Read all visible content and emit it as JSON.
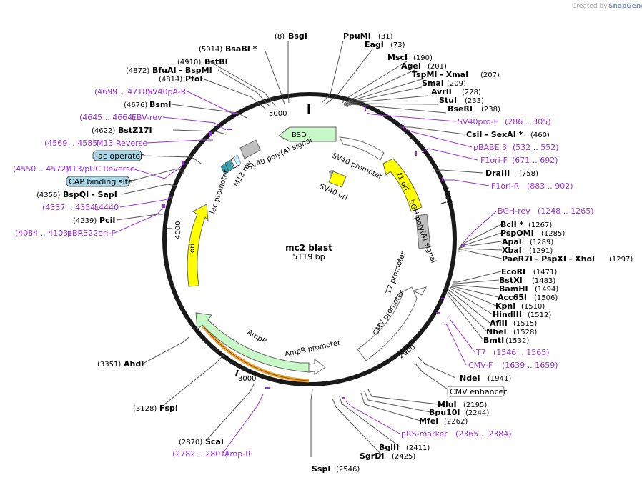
{
  "credit": {
    "prefix": "Created by",
    "brand": "SnapGene"
  },
  "center": {
    "name": "mc2 blast",
    "size": "5119 bp"
  },
  "ticks": [
    "5000",
    "1000",
    "2000",
    "3000",
    "4000"
  ],
  "features": {
    "bsd": "BSD",
    "sv40_promoter": "SV40 promoter",
    "f1_ori": "f1 ori",
    "bgh_polya": "bGH poly(A) signal",
    "t7_promoter": "T7 promoter",
    "cmv_promoter": "CMV promoter",
    "ampr_promoter": "AmpR promoter",
    "ampr": "AmpR",
    "ori": "ori",
    "lac_promoter": "lac promoter",
    "m13_rev": "M13 rev",
    "sv40_polya": "SV40 poly(A) signal",
    "sv40_ori": "SV40 ori"
  },
  "boxed": {
    "lac_operator": "lac operator",
    "cap_binding_site": "CAP binding site",
    "cmv_enhancer": "CMV enhancer"
  },
  "enzymes_right": [
    {
      "name": "PpuMI",
      "pos": "(31)"
    },
    {
      "name": "EagI",
      "pos": "(73)"
    },
    {
      "name": "MscI",
      "pos": "(190)"
    },
    {
      "name": "AgeI",
      "pos": "(201)"
    },
    {
      "name": "TspMI  - XmaI",
      "pos": "(207)"
    },
    {
      "name": "SmaI",
      "pos": "(209)"
    },
    {
      "name": "AvrII",
      "pos": "(228)"
    },
    {
      "name": "StuI",
      "pos": "(233)"
    },
    {
      "name": "BseRI",
      "pos": "(238)"
    },
    {
      "name": "CsiI  - SexAI *",
      "pos": "(460)"
    },
    {
      "name": "DraIII",
      "pos": "(758)"
    },
    {
      "name": "BclI *",
      "pos": "(1267)"
    },
    {
      "name": "PspOMI",
      "pos": "(1285)"
    },
    {
      "name": "ApaI",
      "pos": "(1289)"
    },
    {
      "name": "XbaI",
      "pos": "(1291)"
    },
    {
      "name": "PaeR7I  - PspXI  - XhoI",
      "pos": "(1297)"
    },
    {
      "name": "EcoRI",
      "pos": "(1471)"
    },
    {
      "name": "BstXI",
      "pos": "(1483)"
    },
    {
      "name": "BamHI",
      "pos": "(1494)"
    },
    {
      "name": "Acc65I",
      "pos": "(1506)"
    },
    {
      "name": "KpnI",
      "pos": "(1510)"
    },
    {
      "name": "HindIII",
      "pos": "(1512)"
    },
    {
      "name": "AflII",
      "pos": "(1515)"
    },
    {
      "name": "NheI",
      "pos": "(1528)"
    },
    {
      "name": "BmtI",
      "pos": "(1532)"
    },
    {
      "name": "NdeI",
      "pos": "(1941)"
    },
    {
      "name": "MluI",
      "pos": "(2195)"
    },
    {
      "name": "Bpu10I",
      "pos": "(2244)"
    },
    {
      "name": "MfeI",
      "pos": "(2262)"
    },
    {
      "name": "BglII",
      "pos": "(2411)"
    },
    {
      "name": "SgrDI",
      "pos": "(2425)"
    },
    {
      "name": "SspI",
      "pos": "(2546)"
    }
  ],
  "primers_right": [
    {
      "name": "SV40pro-F",
      "range": "(286 .. 305)"
    },
    {
      "name": "pBABE 3'",
      "range": "(532 .. 552)"
    },
    {
      "name": "F1ori-F",
      "range": "(671 .. 692)"
    },
    {
      "name": "F1ori-R",
      "range": "(883 .. 902)"
    },
    {
      "name": "BGH-rev",
      "range": "(1248 .. 1265)"
    },
    {
      "name": "T7",
      "range": "(1546 .. 1565)"
    },
    {
      "name": "CMV-F",
      "range": "(1639 .. 1659)"
    },
    {
      "name": "pRS-marker",
      "range": "(2365 .. 2384)"
    }
  ],
  "enzymes_left": [
    {
      "name": "BsgI",
      "pos": "(8)"
    },
    {
      "name": "BsaBI *",
      "pos": "(5014)"
    },
    {
      "name": "BstBI",
      "pos": "(4910)"
    },
    {
      "name": "BfuAI  - BspMI",
      "pos": "(4872)"
    },
    {
      "name": "PfoI",
      "pos": "(4814)"
    },
    {
      "name": "BsmI",
      "pos": "(4676)"
    },
    {
      "name": "BstZ17I",
      "pos": "(4622)"
    },
    {
      "name": "BspQI  - SapI",
      "pos": "(4356)"
    },
    {
      "name": "PciI",
      "pos": "(4239)"
    },
    {
      "name": "AhdI",
      "pos": "(3351)"
    },
    {
      "name": "FspI",
      "pos": "(3128)"
    },
    {
      "name": "ScaI",
      "pos": "(2870)"
    }
  ],
  "primers_left": [
    {
      "name": "SV40pA-R",
      "range": "(4699 .. 4718)"
    },
    {
      "name": "EBV-rev",
      "range": "(4645 .. 4664)"
    },
    {
      "name": "M13 Reverse",
      "range": "(4569 .. 4585)"
    },
    {
      "name": "M13/pUC Reverse",
      "range": "(4550 .. 4572)"
    },
    {
      "name": "L4440",
      "range": "(4337 .. 4354)"
    },
    {
      "name": "pBR322ori-F",
      "range": "(4084 .. 4103)"
    },
    {
      "name": "Amp-R",
      "range": "(2782 .. 2801)"
    }
  ]
}
